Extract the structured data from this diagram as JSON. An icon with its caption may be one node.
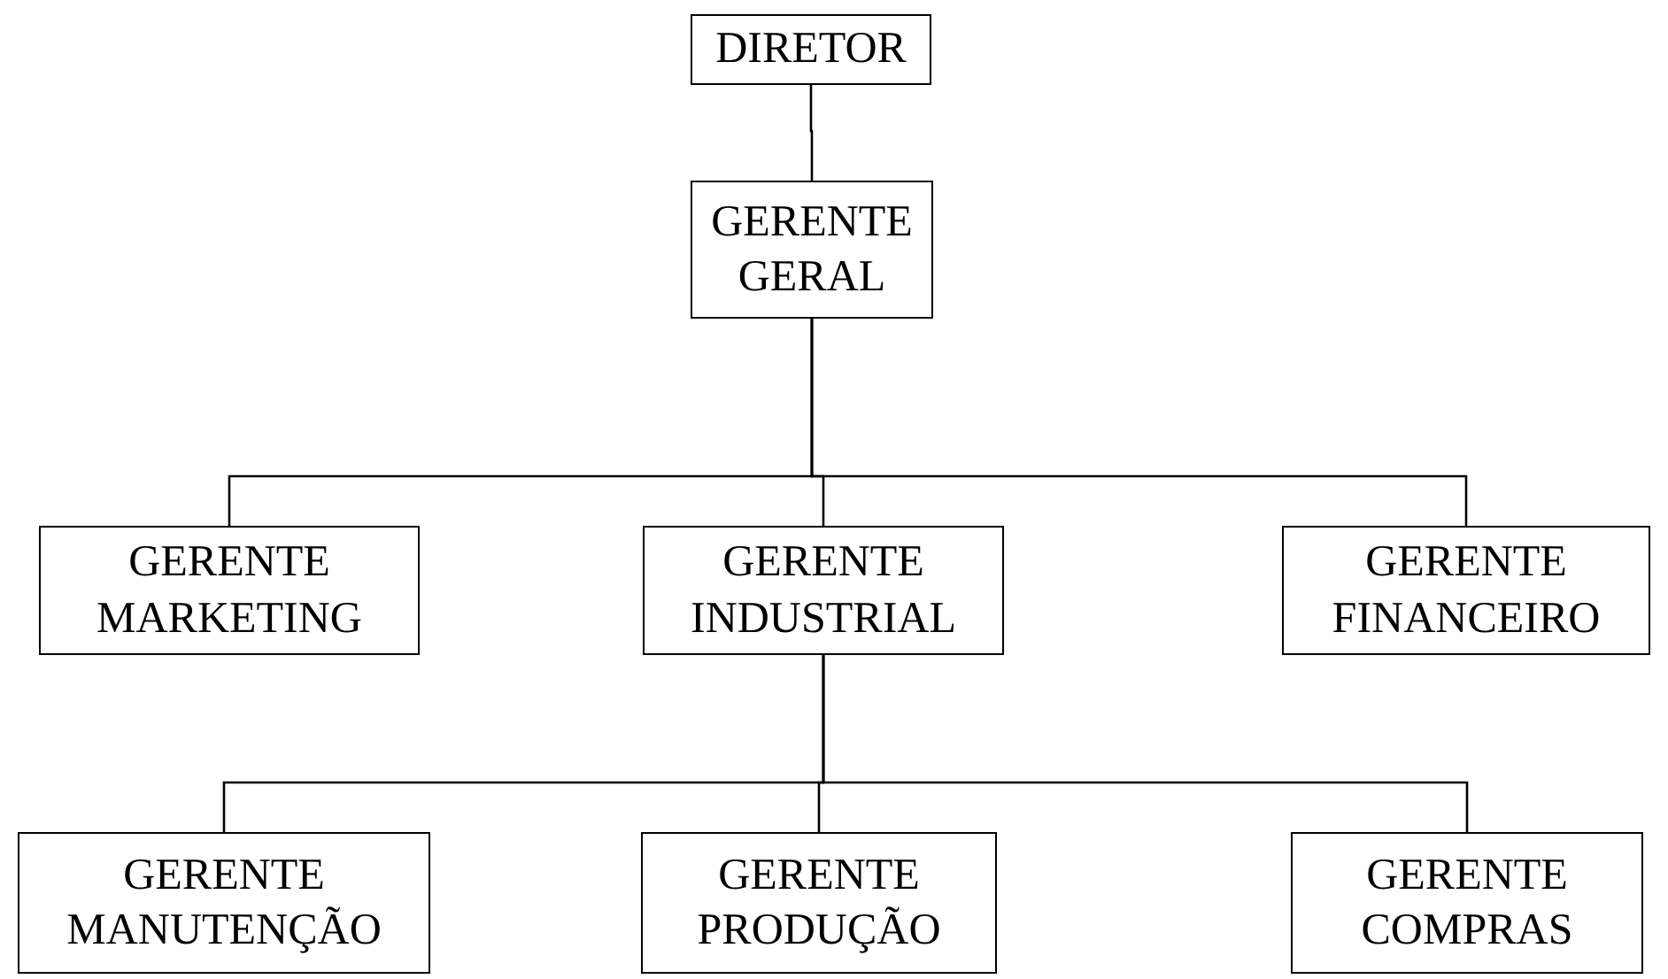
{
  "diagram": {
    "nodes": [
      {
        "text": [
          "DIRETOR"
        ]
      },
      {
        "text": [
          "GERENTE GERAL"
        ]
      },
      {
        "text": [
          "GERENTE MARKETING"
        ]
      },
      {
        "text": [
          "GERENTE INDUSTRIAL"
        ]
      },
      {
        "text": [
          "GERENTE FINANCEIRO"
        ]
      },
      {
        "text": [
          "GERENTE MANUTENÇÃO"
        ]
      },
      {
        "text": [
          "GERENTE PRODUÇÃO"
        ]
      },
      {
        "text": [
          "GERENTE COMPRAS"
        ]
      }
    ],
    "edges": [
      {
        "from": 0,
        "to": 1,
        "arrow": "none"
      },
      {
        "from": 1,
        "to": 2,
        "arrow": "none"
      },
      {
        "from": 1,
        "to": 3,
        "arrow": "none"
      },
      {
        "from": 1,
        "to": 4,
        "arrow": "none"
      },
      {
        "from": 3,
        "to": 5,
        "arrow": "none"
      },
      {
        "from": 3,
        "to": 6,
        "arrow": "none"
      },
      {
        "from": 3,
        "to": 7,
        "arrow": "none"
      }
    ]
  }
}
